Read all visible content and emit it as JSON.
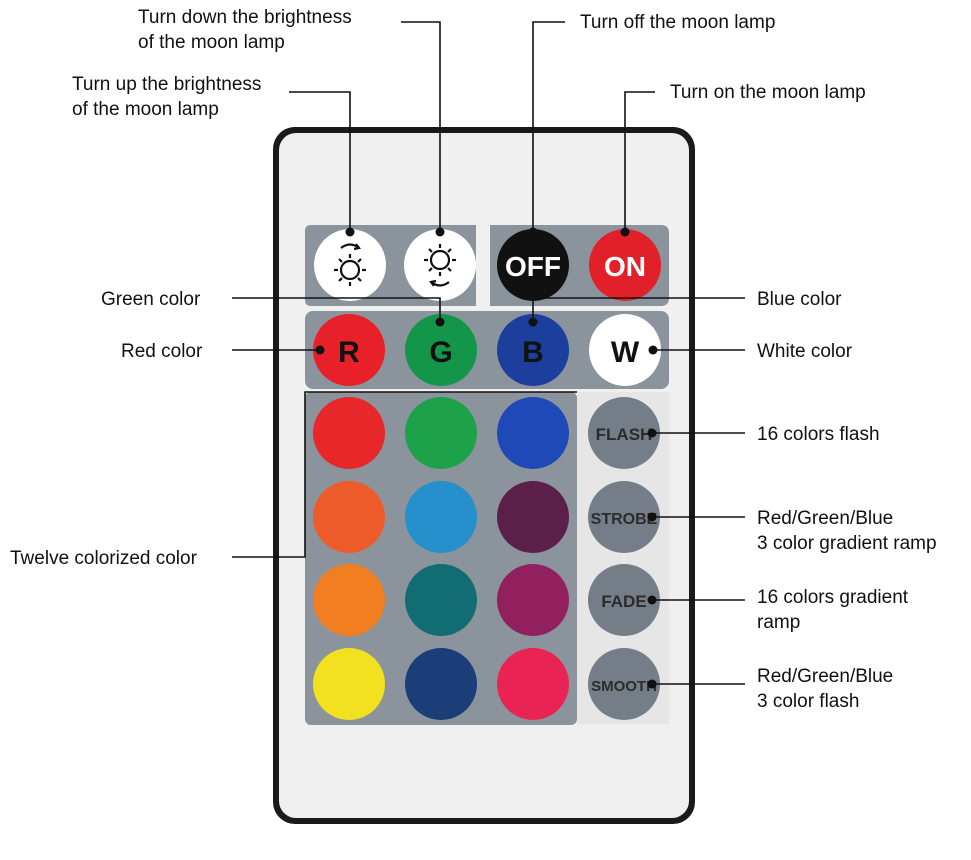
{
  "labels": {
    "brightness_up": [
      "Turn up the brightness",
      "of the moon lamp"
    ],
    "brightness_down": [
      "Turn down the brightness",
      "of the moon lamp"
    ],
    "off": "Turn off the moon lamp",
    "on": "Turn on the moon lamp",
    "green": "Green color",
    "blue": "Blue color",
    "red": "Red color",
    "white": "White color",
    "twelve": "Twelve colorized color",
    "flash": "16 colors flash",
    "strobe": [
      "Red/Green/Blue",
      "3 color gradient ramp"
    ],
    "fade": [
      "16 colors gradient",
      "ramp"
    ],
    "smooth": [
      "Red/Green/Blue",
      "3 color flash"
    ]
  },
  "buttons": {
    "off": "OFF",
    "on": "ON",
    "r": "R",
    "g": "G",
    "b": "B",
    "w": "W",
    "flash": "FLASH",
    "strobe": "STROBE",
    "fade": "FADE",
    "smooth": "SMOOTH"
  },
  "colors": {
    "red": "#e8202a",
    "green": "#14964a",
    "blue": "#1c3e9c",
    "white": "#ffffff",
    "off": "#111111",
    "on": "#e2202a",
    "mode_button": "#757d88",
    "panel": "#8b939d",
    "remote_body": "#f0f0f0"
  },
  "palette": [
    [
      "#e8272b",
      "#1da24a",
      "#1f49b6"
    ],
    [
      "#ee5b2a",
      "#2590cc",
      "#5b1f4a"
    ],
    [
      "#f27e22",
      "#116d73",
      "#92205f"
    ],
    [
      "#f3e11f",
      "#1b3d78",
      "#ea2355"
    ]
  ]
}
